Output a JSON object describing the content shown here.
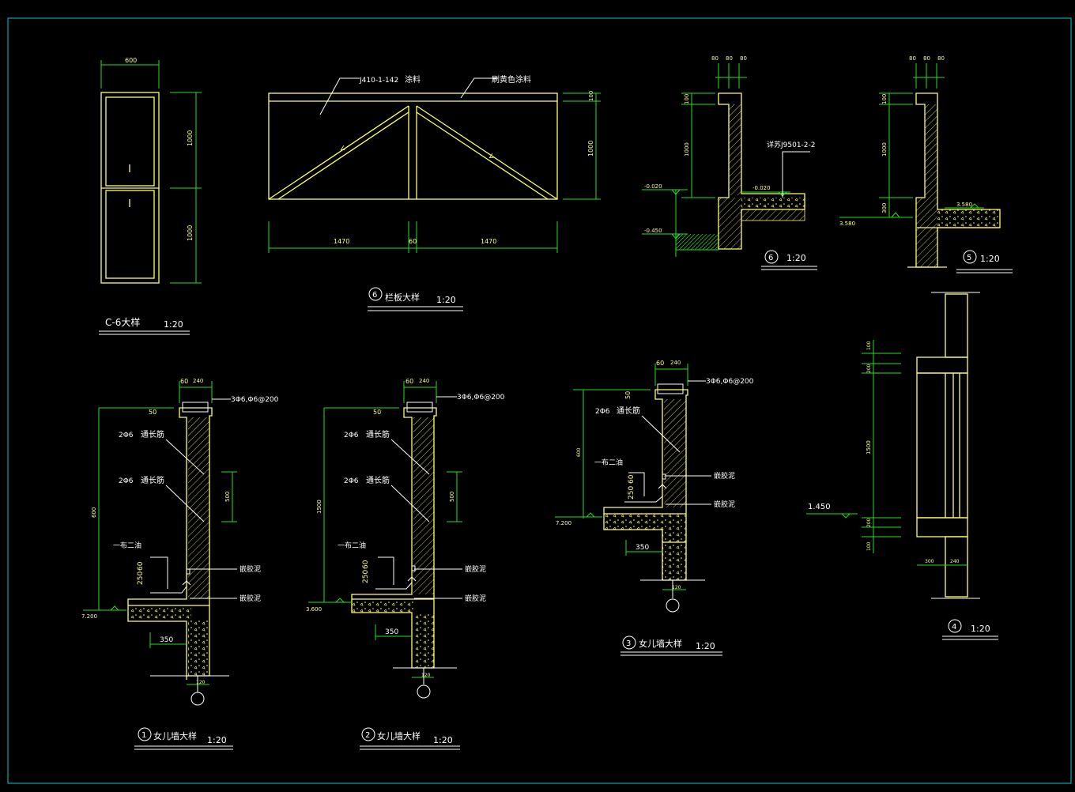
{
  "colors": {
    "background": "#000000",
    "outline": "#ffff66",
    "dimension": "#22e022",
    "frame": "#00cccc",
    "text": "#ffff88"
  },
  "detail_c6": {
    "title": "C-6大样",
    "scale": "1:20",
    "dim_top": "600",
    "dim_upper": "1000",
    "dim_lower": "1000"
  },
  "detail_6_panel": {
    "number": "6",
    "title": "栏板大样",
    "scale": "1:20",
    "callout_left": "J410-1-142",
    "callout_mid": "涂料",
    "callout_right": "刷黄色涂料",
    "dim_left": "1470",
    "dim_mid": "60",
    "dim_right": "1470",
    "dim_height": "1000",
    "dim_top": "100"
  },
  "detail_6_section": {
    "number": "6",
    "scale": "1:20",
    "dims_top": [
      "80",
      "80",
      "80"
    ],
    "dim_top_v": "100",
    "dim_height": "1000",
    "level_left": "-0.020",
    "level_lower": "-0.450",
    "level_right": "-0.020",
    "note": "详苏J9501-2-2"
  },
  "detail_5_section": {
    "number": "5",
    "scale": "1:20",
    "dims_top": [
      "80",
      "80",
      "80"
    ],
    "dim_top_v": "100",
    "dim_height": "1000",
    "dim_low": "300",
    "level_left": "3.580",
    "level_right": "3.580"
  },
  "detail_1_parapet": {
    "number": "1",
    "title": "女儿墙大样",
    "scale": "1:20",
    "dim_60": "60",
    "dim_240": "240",
    "dim_50": "50",
    "rebar_top": "3Φ6,Φ6@200",
    "bar1": "2Φ6",
    "bar1_note": "通长筋",
    "bar2": "2Φ6",
    "bar2_note": "通长筋",
    "paint": "一布二油",
    "dim_250": "250",
    "dim_60b": "60",
    "seal1": "嵌胶泥",
    "seal2": "嵌胶泥",
    "dim_total": "600",
    "dim_500": "500",
    "level": "7.200",
    "dim_350": "350",
    "dim_120": "120"
  },
  "detail_2_parapet": {
    "number": "2",
    "title": "女儿墙大样",
    "scale": "1:20",
    "dim_60": "60",
    "dim_240": "240",
    "dim_50": "50",
    "rebar_top": "3Φ6,Φ6@200",
    "bar1": "2Φ6",
    "bar1_note": "通长筋",
    "bar2": "2Φ6",
    "bar2_note": "通长筋",
    "paint": "一布二油",
    "dim_250": "250",
    "dim_60b": "60",
    "seal1": "嵌胶泥",
    "seal2": "嵌胶泥",
    "dim_total": "1500",
    "dim_500": "500",
    "level": "3.600",
    "dim_350": "350",
    "dim_120": "120"
  },
  "detail_3_parapet": {
    "number": "3",
    "title": "女儿墙大样",
    "scale": "1:20",
    "dim_60": "60",
    "dim_240": "240",
    "dim_50": "50",
    "rebar_top": "3Φ6,Φ6@200",
    "bar1": "2Φ6",
    "bar1_note": "通长筋",
    "paint": "一布二油",
    "dim_250": "250",
    "dim_60b": "60",
    "seal1": "嵌胶泥",
    "seal2": "嵌胶泥",
    "dim_total": "600",
    "level": "7.200",
    "dim_350": "350",
    "dim_120": "120"
  },
  "detail_4_window": {
    "number": "4",
    "scale": "1:20",
    "dim_100a": "100",
    "dim_200a": "200",
    "dim_1500": "1500",
    "dim_200b": "200",
    "dim_100b": "100",
    "level": "1.450",
    "dim_300": "300",
    "dim_240": "240"
  }
}
